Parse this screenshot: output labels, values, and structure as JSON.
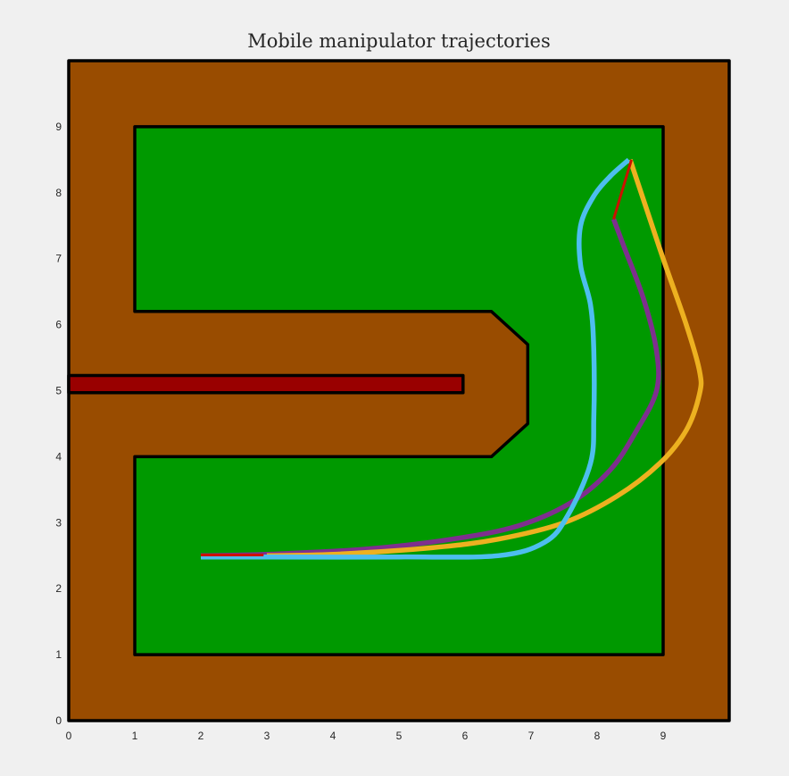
{
  "chart_data": {
    "type": "line",
    "title": "Mobile manipulator trajectories",
    "xlabel": "",
    "ylabel": "",
    "xlim": [
      0,
      10
    ],
    "ylim": [
      0,
      10
    ],
    "xticks": [
      "0",
      "1",
      "2",
      "3",
      "4",
      "5",
      "6",
      "7",
      "8",
      "9"
    ],
    "yticks": [
      "0",
      "1",
      "2",
      "3",
      "4",
      "5",
      "6",
      "7",
      "8",
      "9"
    ],
    "grid": false,
    "legend": "none",
    "colors": {
      "background": "#f0f0f0",
      "wall": "#994c00",
      "floor": "#009900",
      "arm": "#990000",
      "outline": "#000000"
    },
    "regions": [
      {
        "name": "walls",
        "color": "#994c00",
        "polygon": [
          [
            0,
            0
          ],
          [
            10,
            0
          ],
          [
            10,
            10
          ],
          [
            0,
            10
          ]
        ]
      },
      {
        "name": "free-space",
        "color": "#009900",
        "polygon": [
          [
            1,
            1
          ],
          [
            9,
            1
          ],
          [
            9,
            9
          ],
          [
            1,
            9
          ],
          [
            1,
            6.2
          ],
          [
            6.4,
            6.2
          ],
          [
            6.95,
            5.7
          ],
          [
            6.95,
            4.5
          ],
          [
            6.4,
            4
          ],
          [
            1,
            4
          ]
        ]
      },
      {
        "name": "manipulator-arm",
        "color": "#990000",
        "polygon": [
          [
            0,
            4.97
          ],
          [
            5.97,
            4.97
          ],
          [
            5.97,
            5.23
          ],
          [
            0,
            5.23
          ]
        ]
      }
    ],
    "series": [
      {
        "color": "#7e2f8e",
        "x": [
          2.0,
          3.0,
          4.5,
          5.8,
          6.8,
          7.6,
          8.2,
          8.6,
          8.9,
          8.9,
          8.7,
          8.4,
          8.25
        ],
        "y": [
          2.5,
          2.52,
          2.6,
          2.75,
          2.95,
          3.3,
          3.8,
          4.4,
          5.0,
          5.6,
          6.4,
          7.2,
          7.6
        ]
      },
      {
        "color": "#edb120",
        "x": [
          3.0,
          4.0,
          5.5,
          6.5,
          7.5,
          8.3,
          8.95,
          9.35,
          9.55,
          9.55,
          9.35,
          9.0,
          8.7,
          8.5
        ],
        "y": [
          2.5,
          2.52,
          2.62,
          2.75,
          3.0,
          3.4,
          3.9,
          4.4,
          4.95,
          5.3,
          6.0,
          7.0,
          7.9,
          8.5
        ]
      },
      {
        "color": "#4dbeee",
        "x": [
          2.0,
          3.0,
          5.0,
          6.5,
          7.2,
          7.55,
          7.9,
          7.95,
          7.95,
          7.9,
          7.75,
          7.75,
          7.95,
          8.2,
          8.48
        ],
        "y": [
          2.48,
          2.48,
          2.48,
          2.5,
          2.7,
          3.1,
          3.9,
          4.6,
          5.6,
          6.3,
          6.9,
          7.5,
          7.95,
          8.25,
          8.5
        ]
      },
      {
        "color": "#cc1100",
        "x": [
          2.0,
          2.95
        ],
        "y": [
          2.51,
          2.51
        ]
      },
      {
        "color": "#cc1100",
        "x": [
          8.25,
          8.52
        ],
        "y": [
          7.6,
          8.5
        ]
      }
    ]
  }
}
